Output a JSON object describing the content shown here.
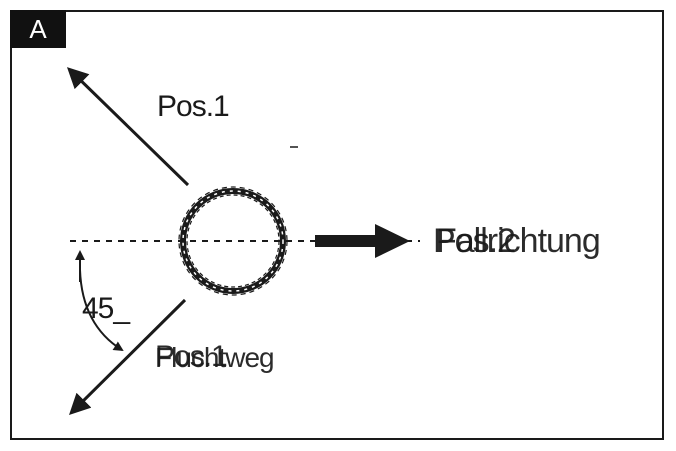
{
  "panel": {
    "label": "A"
  },
  "labels": {
    "pos1_top": "Pos.1",
    "pos2": "Pos.2",
    "fallrichtung": "Fallrichtung",
    "pos1_bottom": "Pos.1",
    "fluchtweg": "Fluchtweg",
    "angle": "45_"
  },
  "colors": {
    "ink": "#1a1a1a",
    "background": "#ffffff",
    "label_bg": "#111111"
  }
}
